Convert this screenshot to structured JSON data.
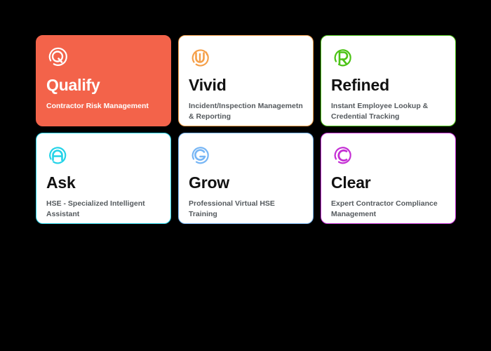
{
  "page": {
    "background_color": "#000000",
    "layout": "card-grid"
  },
  "cards": [
    {
      "id": "qualify",
      "title": "Qualify",
      "subtitle": "Contractor Risk Management",
      "icon_name": "qualify-q-icon",
      "accent_color": "#f3634a",
      "style": "filled",
      "background_color": "#f3634a",
      "title_color": "#ffffff",
      "subtitle_color": "#ffffff",
      "icon_color": "#ffffff"
    },
    {
      "id": "vivid",
      "title": "Vivid",
      "subtitle": "Incident/Inspection Managemetn & Reporting",
      "icon_name": "vivid-m-icon",
      "accent_color": "#f5a04a",
      "style": "outlined",
      "background_color": "#ffffff",
      "title_color": "#111111",
      "subtitle_color": "#555a5e",
      "icon_color": "#f5a04a"
    },
    {
      "id": "refined",
      "title": "Refined",
      "subtitle": "Instant Employee Lookup & Credential Tracking",
      "icon_name": "refined-r-icon",
      "accent_color": "#4cc316",
      "style": "outlined",
      "background_color": "#ffffff",
      "title_color": "#111111",
      "subtitle_color": "#555a5e",
      "icon_color": "#4cc316"
    },
    {
      "id": "ask",
      "title": "Ask",
      "subtitle": "HSE - Specialized Intelligent Assistant",
      "icon_name": "ask-a-icon",
      "accent_color": "#24d3e8",
      "style": "outlined",
      "background_color": "#ffffff",
      "title_color": "#111111",
      "subtitle_color": "#555a5e",
      "icon_color": "#24d3e8"
    },
    {
      "id": "grow",
      "title": "Grow",
      "subtitle": "Professional Virtual HSE Training",
      "icon_name": "grow-g-icon",
      "accent_color": "#77b6f5",
      "style": "outlined",
      "background_color": "#ffffff",
      "title_color": "#111111",
      "subtitle_color": "#555a5e",
      "icon_color": "#77b6f5"
    },
    {
      "id": "clear",
      "title": "Clear",
      "subtitle": "Expert Contractor Compliance Management",
      "icon_name": "clear-c-icon",
      "accent_color": "#c42ed4",
      "style": "outlined",
      "background_color": "#ffffff",
      "title_color": "#111111",
      "subtitle_color": "#555a5e",
      "icon_color": "#c42ed4"
    }
  ]
}
